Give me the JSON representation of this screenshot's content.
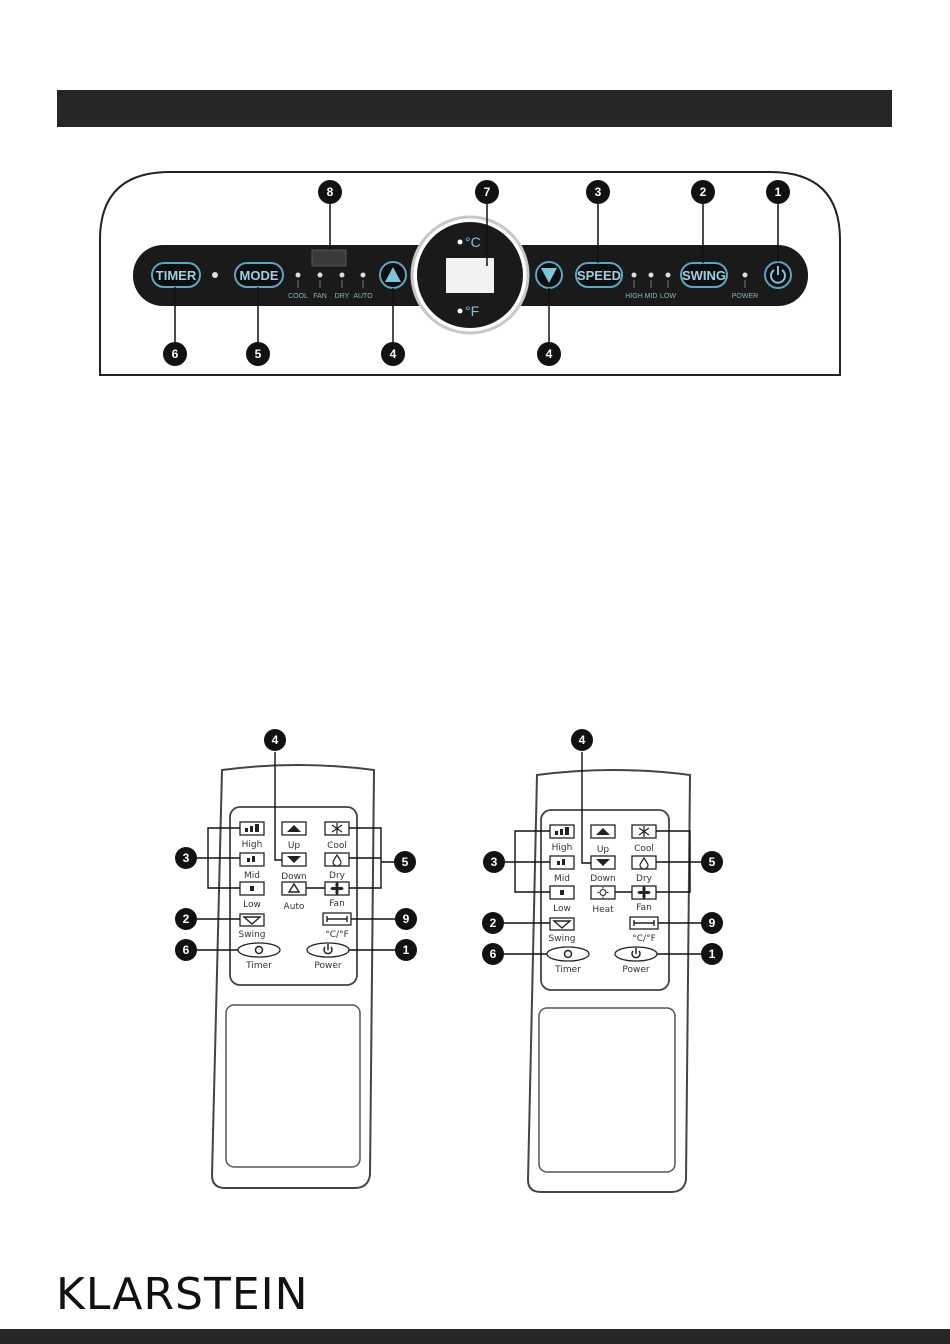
{
  "brand": "KLARSTEIN",
  "panel": {
    "buttons": {
      "timer": "TIMER",
      "mode": "MODE",
      "speed": "SPEED",
      "swing": "SWING"
    },
    "mode_leds": [
      "COOL",
      "FAN",
      "DRY",
      "AUTO"
    ],
    "speed_leds": [
      "HIGH",
      "MID",
      "LOW"
    ],
    "power_led": "POWER",
    "unit_c": "°C",
    "unit_f": "°F",
    "callouts": {
      "power": "1",
      "swing": "2",
      "speed": "3",
      "temp_up": "4",
      "temp_down": "4",
      "mode": "5",
      "timer": "6",
      "display": "7",
      "led_display": "8"
    }
  },
  "remote_a": {
    "labels": {
      "high": "High",
      "up": "Up",
      "cool": "Cool",
      "mid": "Mid",
      "down": "Down",
      "dry": "Dry",
      "low": "Low",
      "auto": "Auto",
      "fan": "Fan",
      "swing": "Swing",
      "unit": "°C/°F",
      "timer": "Timer",
      "power": "Power"
    },
    "callouts": {
      "updown": "4",
      "speed": "3",
      "mode": "5",
      "swing": "2",
      "unit": "9",
      "timer": "6",
      "power": "1"
    }
  },
  "remote_b": {
    "labels": {
      "high": "High",
      "up": "Up",
      "cool": "Cool",
      "mid": "Mid",
      "down": "Down",
      "dry": "Dry",
      "low": "Low",
      "heat": "Heat",
      "fan": "Fan",
      "swing": "Swing",
      "unit": "°C/°F",
      "timer": "Timer",
      "power": "Power"
    },
    "callouts": {
      "updown": "4",
      "speed": "3",
      "mode": "5",
      "swing": "2",
      "unit": "9",
      "timer": "6",
      "power": "1"
    }
  }
}
